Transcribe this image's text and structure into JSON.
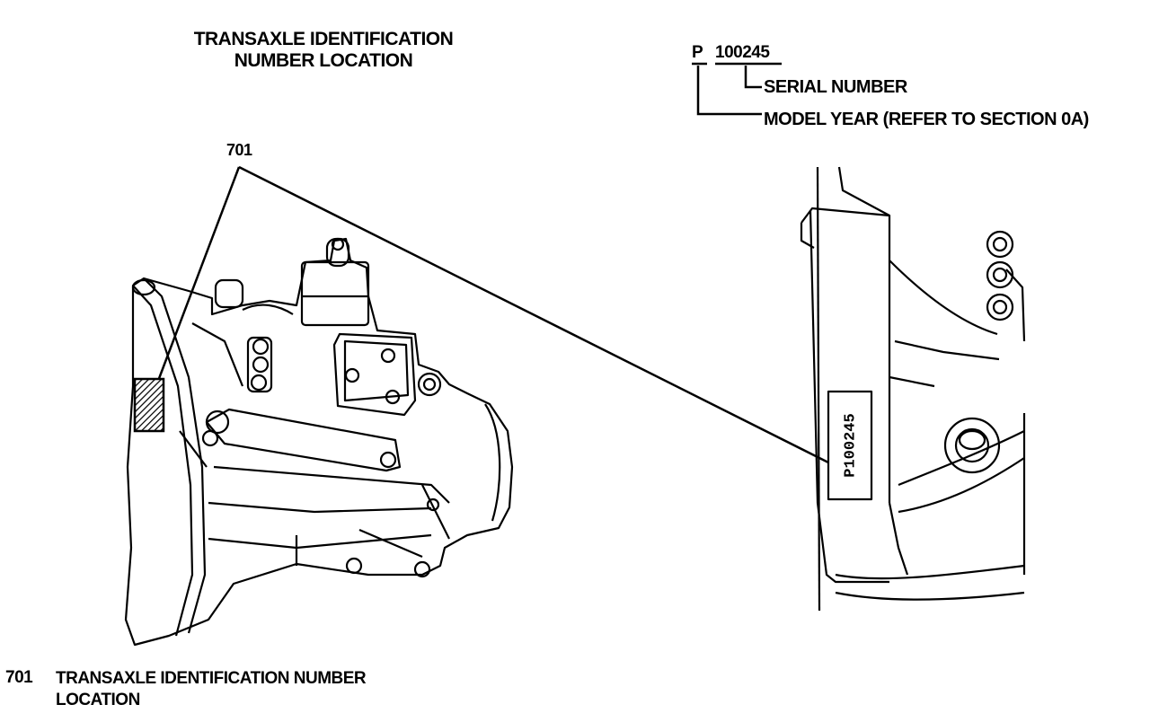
{
  "title": {
    "line1": "TRANSAXLE IDENTIFICATION",
    "line2": "NUMBER LOCATION"
  },
  "code_format": {
    "prefix": "P",
    "serial": "100245",
    "serial_label": "SERIAL NUMBER",
    "model_year_label": "MODEL YEAR (REFER TO SECTION 0A)"
  },
  "callout": {
    "number": "701"
  },
  "plate": {
    "stamped_text": "P100245"
  },
  "legend": {
    "number": "701",
    "line1": "TRANSAXLE IDENTIFICATION NUMBER",
    "line2": "LOCATION"
  }
}
